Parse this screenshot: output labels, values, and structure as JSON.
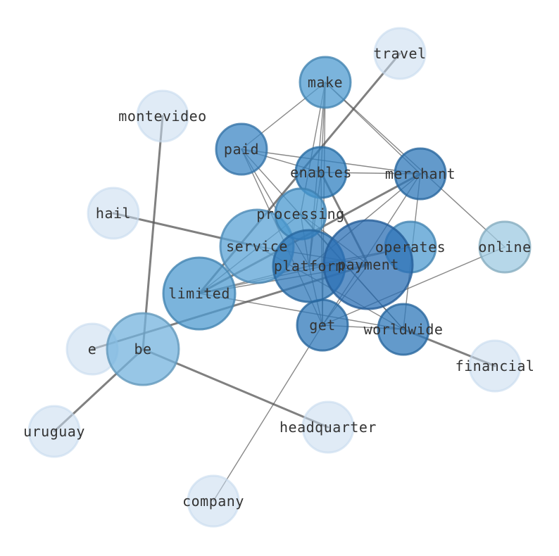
{
  "nodes": [
    {
      "id": "travel",
      "label": "travel",
      "color": "#c6dbef",
      "size": 1
    },
    {
      "id": "make",
      "label": "make",
      "color": "#4f9bd0",
      "size": 2
    },
    {
      "id": "montevideo",
      "label": "montevideo",
      "color": "#c6dbef",
      "size": 1
    },
    {
      "id": "paid",
      "label": "paid",
      "color": "#3d87c4",
      "size": 2
    },
    {
      "id": "enables",
      "label": "enables",
      "color": "#3080c0",
      "size": 2
    },
    {
      "id": "merchant",
      "label": "merchant",
      "color": "#2f78b9",
      "size": 2
    },
    {
      "id": "hail",
      "label": "hail",
      "color": "#c6dbef",
      "size": 1
    },
    {
      "id": "processing",
      "label": "processing",
      "color": "#4a98cf",
      "size": 2
    },
    {
      "id": "online",
      "label": "online",
      "color": "#9ecae1",
      "size": 2
    },
    {
      "id": "operates",
      "label": "operates",
      "color": "#4f9bd0",
      "size": 2
    },
    {
      "id": "service",
      "label": "service",
      "color": "#5ba3d6",
      "size": 3
    },
    {
      "id": "platform",
      "label": "platform",
      "color": "#2f78b9",
      "size": 3
    },
    {
      "id": "payment",
      "label": "payment",
      "color": "#2b6fb4",
      "size": 4
    },
    {
      "id": "limited",
      "label": "limited",
      "color": "#4f9bd0",
      "size": 3
    },
    {
      "id": "get",
      "label": "get",
      "color": "#2f78b9",
      "size": 2
    },
    {
      "id": "worldwide",
      "label": "worldwide",
      "color": "#2f78b9",
      "size": 2
    },
    {
      "id": "e",
      "label": "e",
      "color": "#c6dbef",
      "size": 1
    },
    {
      "id": "be",
      "label": "be",
      "color": "#74b3dd",
      "size": 3
    },
    {
      "id": "financial",
      "label": "financial",
      "color": "#c6dbef",
      "size": 1
    },
    {
      "id": "uruguay",
      "label": "uruguay",
      "color": "#c6dbef",
      "size": 1
    },
    {
      "id": "headquarter",
      "label": "headquarter",
      "color": "#c6dbef",
      "size": 1
    },
    {
      "id": "company",
      "label": "company",
      "color": "#c6dbef",
      "size": 1
    }
  ],
  "edges": [
    {
      "source": "travel",
      "target": "limited",
      "weight": 2
    },
    {
      "source": "montevideo",
      "target": "be",
      "weight": 2
    },
    {
      "source": "hail",
      "target": "service",
      "weight": 2
    },
    {
      "source": "e",
      "target": "payment",
      "weight": 2
    },
    {
      "source": "be",
      "target": "uruguay",
      "weight": 2
    },
    {
      "source": "be",
      "target": "headquarter",
      "weight": 2
    },
    {
      "source": "worldwide",
      "target": "financial",
      "weight": 2
    },
    {
      "source": "get",
      "target": "company",
      "weight": 1
    },
    {
      "source": "make",
      "target": "paid",
      "weight": 1
    },
    {
      "source": "make",
      "target": "enables",
      "weight": 1
    },
    {
      "source": "make",
      "target": "merchant",
      "weight": 1
    },
    {
      "source": "make",
      "target": "platform",
      "weight": 1
    },
    {
      "source": "make",
      "target": "get",
      "weight": 1
    },
    {
      "source": "make",
      "target": "processing",
      "weight": 1
    },
    {
      "source": "paid",
      "target": "enables",
      "weight": 1
    },
    {
      "source": "paid",
      "target": "merchant",
      "weight": 1
    },
    {
      "source": "paid",
      "target": "platform",
      "weight": 1
    },
    {
      "source": "paid",
      "target": "get",
      "weight": 1
    },
    {
      "source": "paid",
      "target": "worldwide",
      "weight": 1
    },
    {
      "source": "enables",
      "target": "merchant",
      "weight": 1
    },
    {
      "source": "enables",
      "target": "payment",
      "weight": 2
    },
    {
      "source": "enables",
      "target": "platform",
      "weight": 1
    },
    {
      "source": "enables",
      "target": "get",
      "weight": 1
    },
    {
      "source": "merchant",
      "target": "limited",
      "weight": 2
    },
    {
      "source": "merchant",
      "target": "worldwide",
      "weight": 1
    },
    {
      "source": "merchant",
      "target": "get",
      "weight": 1
    },
    {
      "source": "merchant",
      "target": "platform",
      "weight": 1
    },
    {
      "source": "processing",
      "target": "platform",
      "weight": 1
    },
    {
      "source": "processing",
      "target": "worldwide",
      "weight": 1
    },
    {
      "source": "processing",
      "target": "payment",
      "weight": 1
    },
    {
      "source": "online",
      "target": "get",
      "weight": 1
    },
    {
      "source": "online",
      "target": "make",
      "weight": 1
    },
    {
      "source": "operates",
      "target": "platform",
      "weight": 1
    },
    {
      "source": "operates",
      "target": "limited",
      "weight": 1
    },
    {
      "source": "service",
      "target": "worldwide",
      "weight": 1
    },
    {
      "source": "service",
      "target": "payment",
      "weight": 1
    },
    {
      "source": "platform",
      "target": "payment",
      "weight": 1
    },
    {
      "source": "platform",
      "target": "limited",
      "weight": 1
    },
    {
      "source": "platform",
      "target": "get",
      "weight": 1
    },
    {
      "source": "payment",
      "target": "limited",
      "weight": 1
    },
    {
      "source": "payment",
      "target": "get",
      "weight": 1
    },
    {
      "source": "limited",
      "target": "worldwide",
      "weight": 1
    },
    {
      "source": "limited",
      "target": "processing",
      "weight": 1
    },
    {
      "source": "get",
      "target": "worldwide",
      "weight": 1
    }
  ]
}
